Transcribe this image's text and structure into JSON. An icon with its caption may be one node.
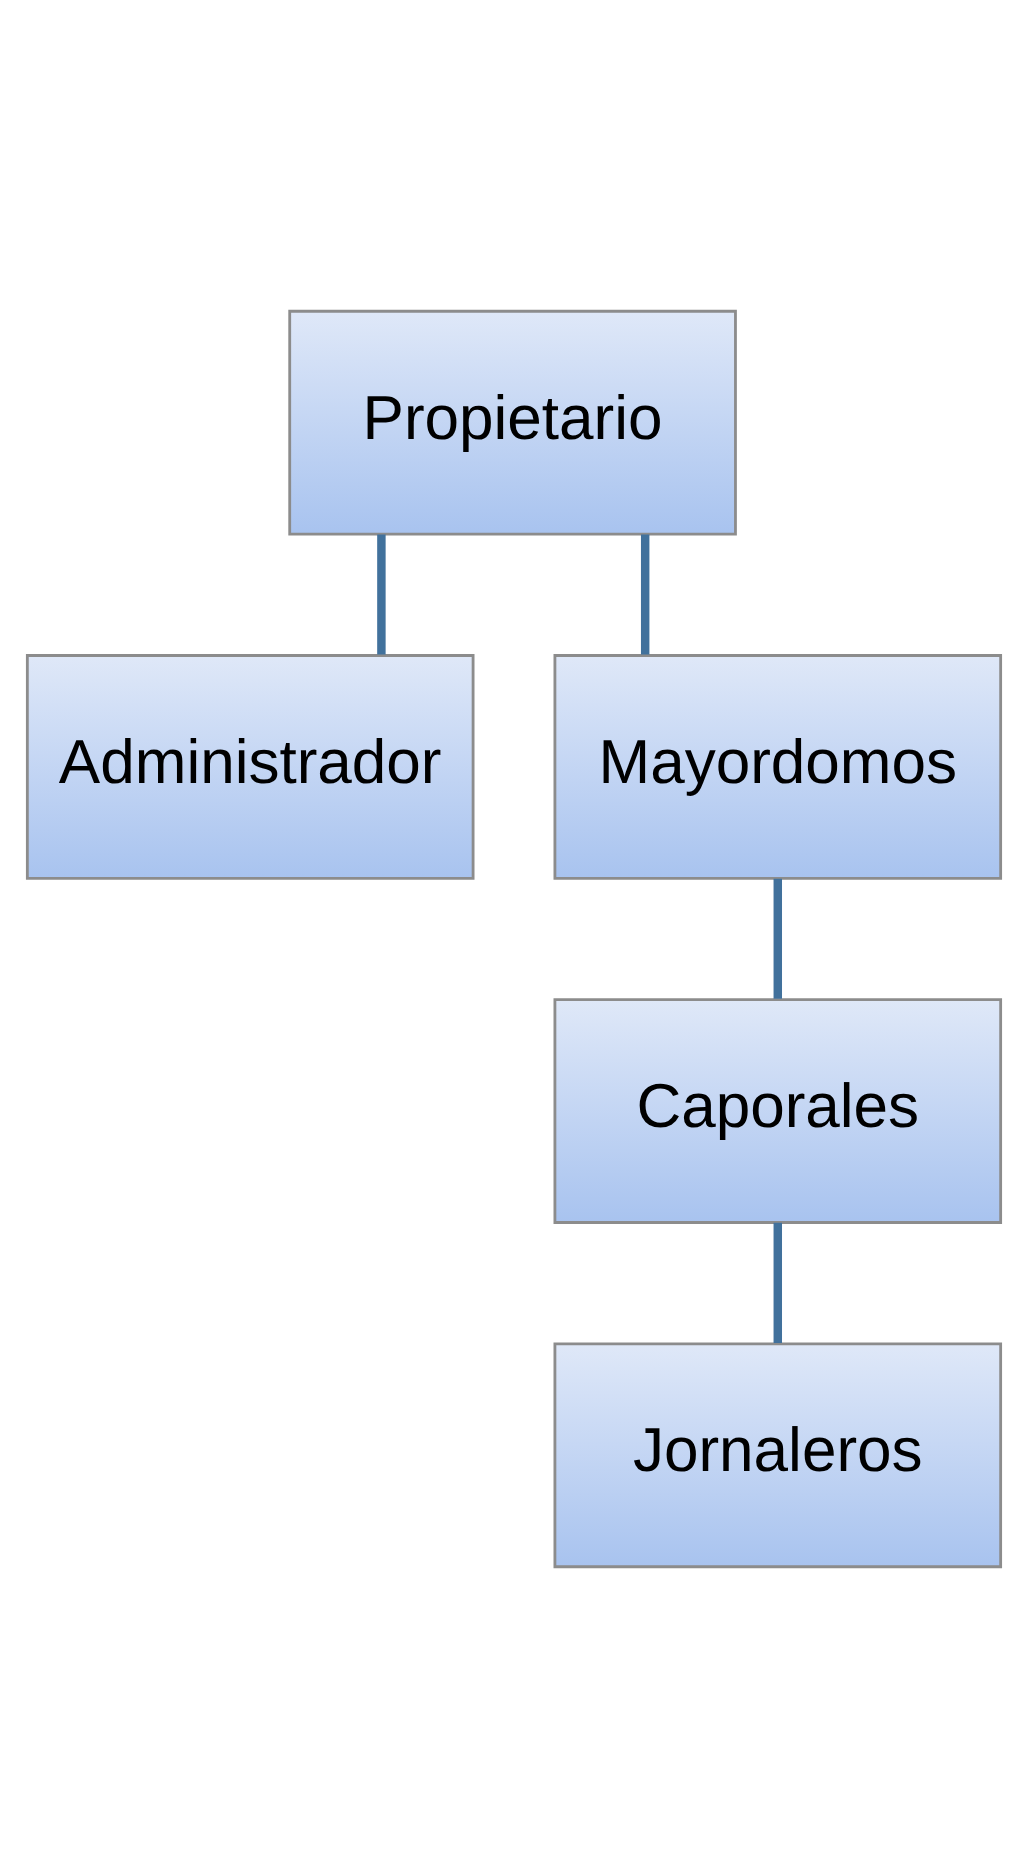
{
  "diagram": {
    "nodes": [
      {
        "text": [
          "Propietario"
        ]
      },
      {
        "text": [
          "Administrador"
        ]
      },
      {
        "text": [
          "Mayordomos"
        ]
      },
      {
        "text": [
          "Caporales"
        ]
      },
      {
        "text": [
          "Jornaleros"
        ]
      }
    ],
    "edges": [
      {
        "from": 0,
        "to": 1,
        "arrow": "none"
      },
      {
        "from": 0,
        "to": 2,
        "arrow": "none"
      },
      {
        "from": 2,
        "to": 3,
        "arrow": "none"
      },
      {
        "from": 3,
        "to": 4,
        "arrow": "none"
      }
    ]
  }
}
